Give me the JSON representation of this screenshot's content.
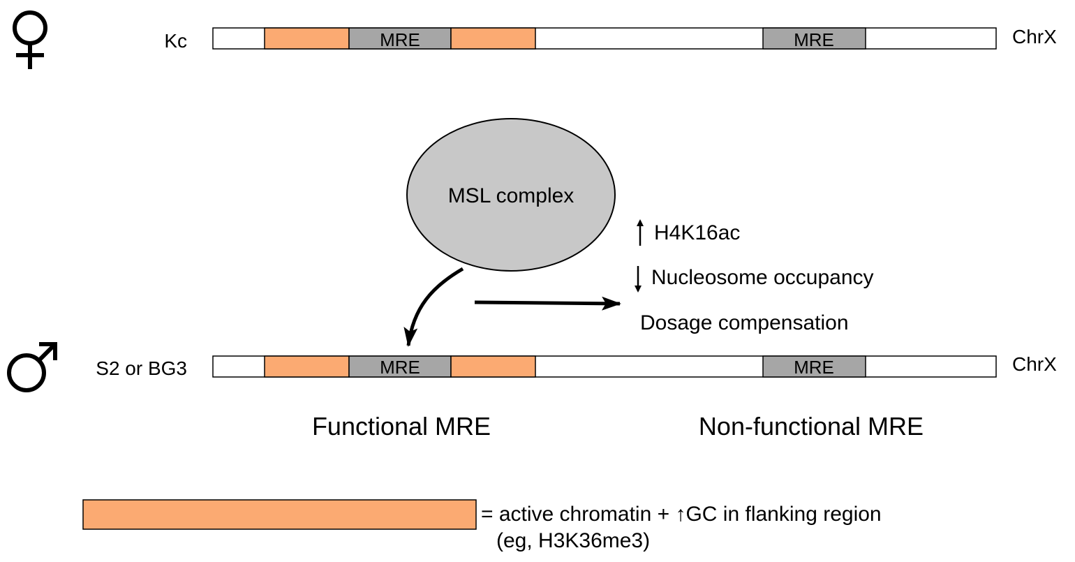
{
  "chromosomes": {
    "female": {
      "symbol": "♀",
      "cell_line": "Kc",
      "chrom_label": "ChrX",
      "mre_labels": [
        "MRE",
        "MRE"
      ]
    },
    "male": {
      "symbol": "♂",
      "cell_line": "S2 or BG3",
      "chrom_label": "ChrX",
      "mre_labels": [
        "MRE",
        "MRE"
      ]
    }
  },
  "complex": {
    "label": "MSL complex"
  },
  "effects": {
    "h4k16ac": {
      "arrow": "↑",
      "text": "H4K16ac"
    },
    "nucleosome": {
      "arrow": "↓",
      "text": "Nucleosome occupancy"
    },
    "dosage": "Dosage compensation"
  },
  "captions": {
    "functional": "Functional MRE",
    "nonfunctional": "Non-functional MRE"
  },
  "legend": {
    "line1_prefix": "= active chromatin + ",
    "line1_arrow": "↑",
    "line1_suffix": "GC in flanking region",
    "line2": "(eg, H3K36me3)"
  },
  "colors": {
    "active_chromatin": "#FBAA72",
    "mre": "#A6A6A6",
    "msl_complex": "#C8C8C8",
    "chromosome": "#FFFFFF"
  }
}
